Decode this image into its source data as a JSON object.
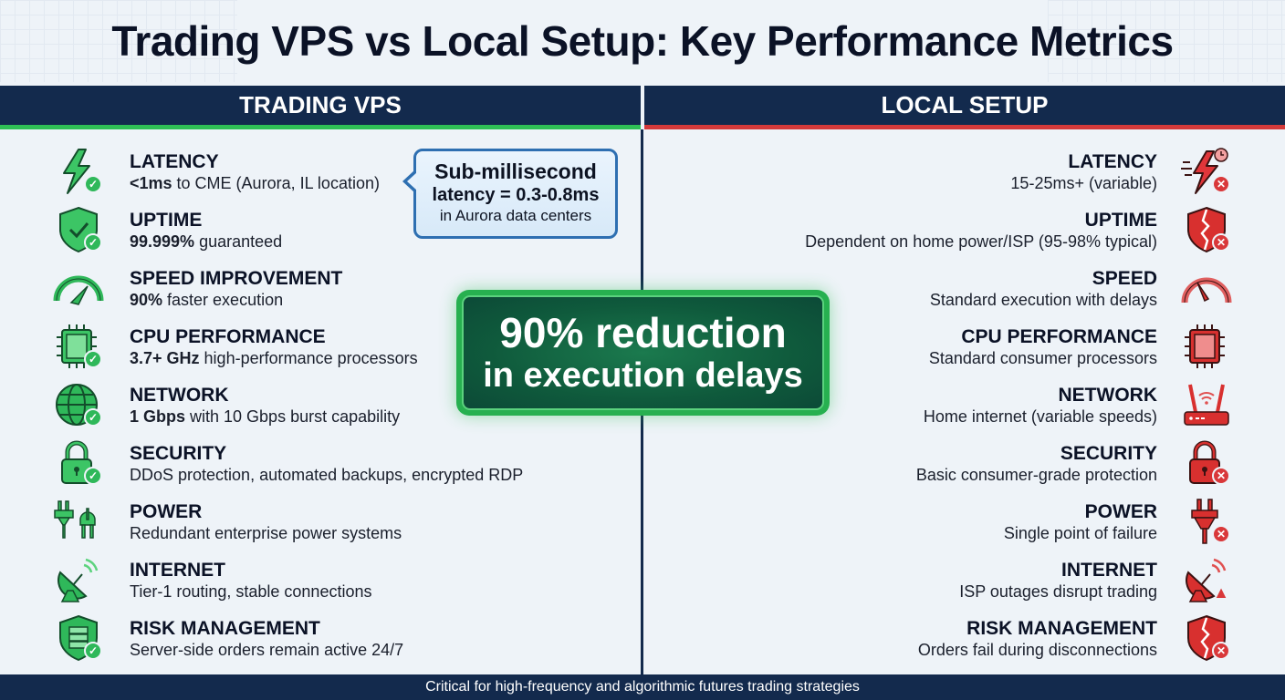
{
  "title": "Trading VPS vs Local Setup: Key Performance Metrics",
  "colors": {
    "header_bg": "#132a4d",
    "vps_accent": "#2fbf55",
    "local_accent": "#d43a3a",
    "callout_border": "#2e6fb1",
    "hero_bg": "#0f5a3c"
  },
  "vps": {
    "header": "TRADING VPS",
    "items": [
      {
        "label": "LATENCY",
        "bold": "<1ms",
        "desc": " to CME (Aurora, IL location)",
        "icon": "lightning-icon",
        "status": "check"
      },
      {
        "label": "UPTIME",
        "bold": "99.999%",
        "desc": " guaranteed",
        "icon": "shield-check-icon",
        "status": "check"
      },
      {
        "label": "SPEED IMPROVEMENT",
        "bold": "90%",
        "desc": " faster execution",
        "icon": "speedometer-icon",
        "status": "none"
      },
      {
        "label": "CPU PERFORMANCE",
        "bold": "3.7+ GHz",
        "desc": " high-performance processors",
        "icon": "cpu-chip-icon",
        "status": "check"
      },
      {
        "label": "NETWORK",
        "bold": "1 Gbps",
        "desc": " with 10 Gbps burst capability",
        "icon": "globe-icon",
        "status": "check"
      },
      {
        "label": "SECURITY",
        "bold": "",
        "desc": "DDoS protection, automated backups, encrypted RDP",
        "icon": "padlock-icon",
        "status": "check"
      },
      {
        "label": "POWER",
        "bold": "",
        "desc": "Redundant enterprise power systems",
        "icon": "dual-plug-icon",
        "status": "none"
      },
      {
        "label": "INTERNET",
        "bold": "",
        "desc": "Tier-1 routing, stable connections",
        "icon": "satellite-dish-icon",
        "status": "none"
      },
      {
        "label": "RISK MANAGEMENT",
        "bold": "",
        "desc": "Server-side orders remain active 24/7",
        "icon": "shield-server-icon",
        "status": "check"
      }
    ]
  },
  "local": {
    "header": "LOCAL SETUP",
    "items": [
      {
        "label": "LATENCY",
        "desc": "15-25ms+ (variable)",
        "icon": "lightning-clock-icon",
        "status": "x"
      },
      {
        "label": "UPTIME",
        "desc": "Dependent on home power/ISP (95-98% typical)",
        "icon": "broken-shield-icon",
        "status": "x"
      },
      {
        "label": "SPEED",
        "desc": "Standard execution with delays",
        "icon": "speedometer-icon",
        "status": "none"
      },
      {
        "label": "CPU PERFORMANCE",
        "desc": "Standard consumer processors",
        "icon": "cpu-chip-icon",
        "status": "none"
      },
      {
        "label": "NETWORK",
        "desc": "Home internet (variable speeds)",
        "icon": "wifi-router-icon",
        "status": "none"
      },
      {
        "label": "SECURITY",
        "desc": "Basic consumer-grade protection",
        "icon": "padlock-icon",
        "status": "x"
      },
      {
        "label": "POWER",
        "desc": "Single point of failure",
        "icon": "plug-icon",
        "status": "x"
      },
      {
        "label": "INTERNET",
        "desc": "ISP outages disrupt trading",
        "icon": "satellite-dish-icon",
        "status": "warn"
      },
      {
        "label": "RISK MANAGEMENT",
        "desc": "Orders fail during disconnections",
        "icon": "broken-shield-icon",
        "status": "x"
      }
    ]
  },
  "callout": {
    "line1": "Sub-millisecond",
    "line2": "latency = 0.3-0.8ms",
    "line3": "in Aurora data centers"
  },
  "hero": {
    "line1": "90% reduction",
    "line2": "in execution delays"
  },
  "footer": "Critical for high-frequency and algorithmic futures trading strategies",
  "badges": {
    "check": "✓",
    "x": "✕",
    "warn": "▲"
  }
}
